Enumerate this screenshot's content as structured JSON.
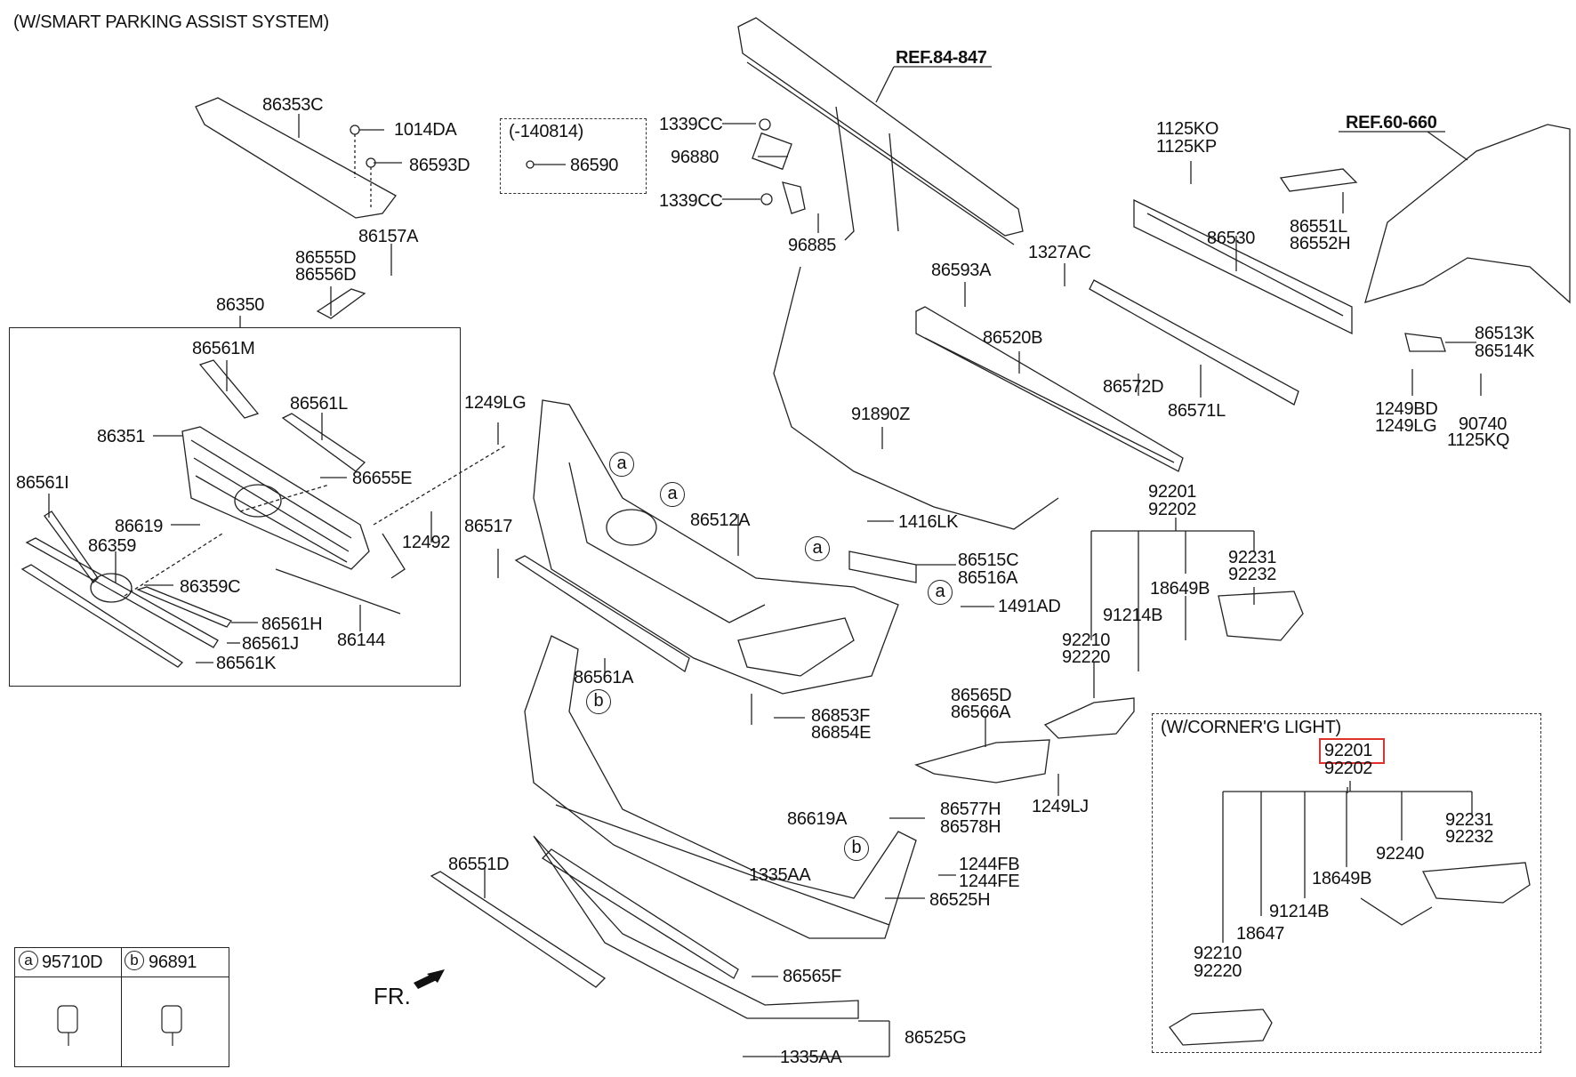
{
  "diagram": {
    "title": "(W/SMART PARKING ASSIST SYSTEM)",
    "references": [
      "REF.84-847",
      "REF.60-660"
    ],
    "date_box": {
      "label": "(-140814)",
      "part": "86590"
    },
    "corner_light_box": {
      "title": "(W/CORNER'G LIGHT)",
      "highlighted_part": "92201",
      "parts": [
        "92201",
        "92202",
        "92231",
        "92232",
        "92240",
        "18649B",
        "91214B",
        "18647",
        "92210",
        "92220"
      ]
    },
    "legend": [
      {
        "symbol": "a",
        "part": "95710D"
      },
      {
        "symbol": "b",
        "part": "96891"
      }
    ],
    "direction_label": "FR.",
    "callout_symbols": [
      "a",
      "a",
      "a",
      "a",
      "b",
      "b"
    ],
    "labels": {
      "p86353C": "86353C",
      "p1014DA": "1014DA",
      "p86593D": "86593D",
      "p86157A": "86157A",
      "p86555D": "86555D",
      "p86556D": "86556D",
      "p86350": "86350",
      "p86561M": "86561M",
      "p86561L": "86561L",
      "p86351": "86351",
      "p86655E": "86655E",
      "p86561I": "86561I",
      "p86619": "86619",
      "p86359": "86359",
      "p12492": "12492",
      "p86359C": "86359C",
      "p86561H": "86561H",
      "p86144": "86144",
      "p86561J": "86561J",
      "p86561K": "86561K",
      "p1339CC_1": "1339CC",
      "p96880": "96880",
      "p1339CC_2": "1339CC",
      "p96885": "96885",
      "p1125KO": "1125KO",
      "p1125KP": "1125KP",
      "p86551L": "86551L",
      "p86552H": "86552H",
      "p86530": "86530",
      "p1327AC": "1327AC",
      "p86593A": "86593A",
      "p86520B": "86520B",
      "p86572D": "86572D",
      "p86571L": "86571L",
      "p86513K": "86513K",
      "p86514K": "86514K",
      "p1249BD": "1249BD",
      "p1249LG_r": "1249LG",
      "p90740": "90740",
      "p1125KQ": "1125KQ",
      "p91890Z": "91890Z",
      "p1249LG": "1249LG",
      "p86517": "86517",
      "p86512A": "86512A",
      "p1416LK": "1416LK",
      "p86515C": "86515C",
      "p86516A": "86516A",
      "p1491AD": "1491AD",
      "p92201": "92201",
      "p92202": "92202",
      "p92231": "92231",
      "p92232": "92232",
      "p18649B": "18649B",
      "p91214B": "91214B",
      "p92210": "92210",
      "p92220": "92220",
      "p86561A": "86561A",
      "p86853F": "86853F",
      "p86854E": "86854E",
      "p86565D": "86565D",
      "p86566A": "86566A",
      "p1249LJ": "1249LJ",
      "p86619A": "86619A",
      "p86577H": "86577H",
      "p86578H": "86578H",
      "p1335AA_1": "1335AA",
      "p1244FB": "1244FB",
      "p1244FE": "1244FE",
      "p86525H": "86525H",
      "p86551D": "86551D",
      "p86565F": "86565F",
      "p86525G": "86525G",
      "p1335AA_2": "1335AA"
    }
  }
}
